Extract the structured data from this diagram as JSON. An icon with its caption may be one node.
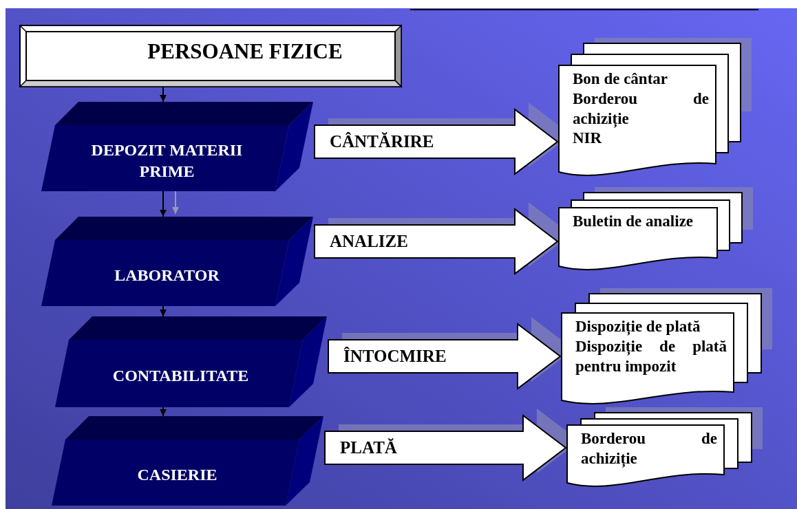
{
  "diagram": {
    "nodes": [
      {
        "text": [
          "PERSOANE FIZICE"
        ]
      },
      {
        "text": [
          "DEPOZIT MATERII PRIME"
        ]
      },
      {
        "text": [
          "LABORATOR"
        ]
      },
      {
        "text": [
          "CONTABILITATE"
        ]
      },
      {
        "text": [
          "CASIERIE"
        ]
      },
      {
        "text": [
          "Bon de cântar",
          "Borderou de achiziție",
          "NIR"
        ]
      },
      {
        "text": [
          "Buletin de analize"
        ]
      },
      {
        "text": [
          "Dispoziție de plată",
          "Dispoziție de plată pentru impozit"
        ]
      },
      {
        "text": [
          "Borderou de achiziție"
        ]
      }
    ],
    "edges": [
      {
        "from": 0,
        "to": 1,
        "arrow": "to"
      },
      {
        "from": 1,
        "to": 2,
        "arrow": "to"
      },
      {
        "from": 1,
        "to": 2,
        "arrow": "to",
        "color": "#9a9ab4"
      },
      {
        "from": 2,
        "to": 3,
        "arrow": "to"
      },
      {
        "from": 3,
        "to": 4,
        "arrow": "to"
      },
      {
        "from": 1,
        "to": 5,
        "arrow": "to",
        "label": "CÂNTĂRIRE",
        "style": "thick"
      },
      {
        "from": 2,
        "to": 6,
        "arrow": "to",
        "label": "ANALIZE",
        "style": "thick"
      },
      {
        "from": 3,
        "to": 7,
        "arrow": "to",
        "label": "ÎNTOCMIRE",
        "style": "thick"
      },
      {
        "from": 4,
        "to": 8,
        "arrow": "to",
        "label": "PLATĂ",
        "style": "thick"
      }
    ]
  }
}
